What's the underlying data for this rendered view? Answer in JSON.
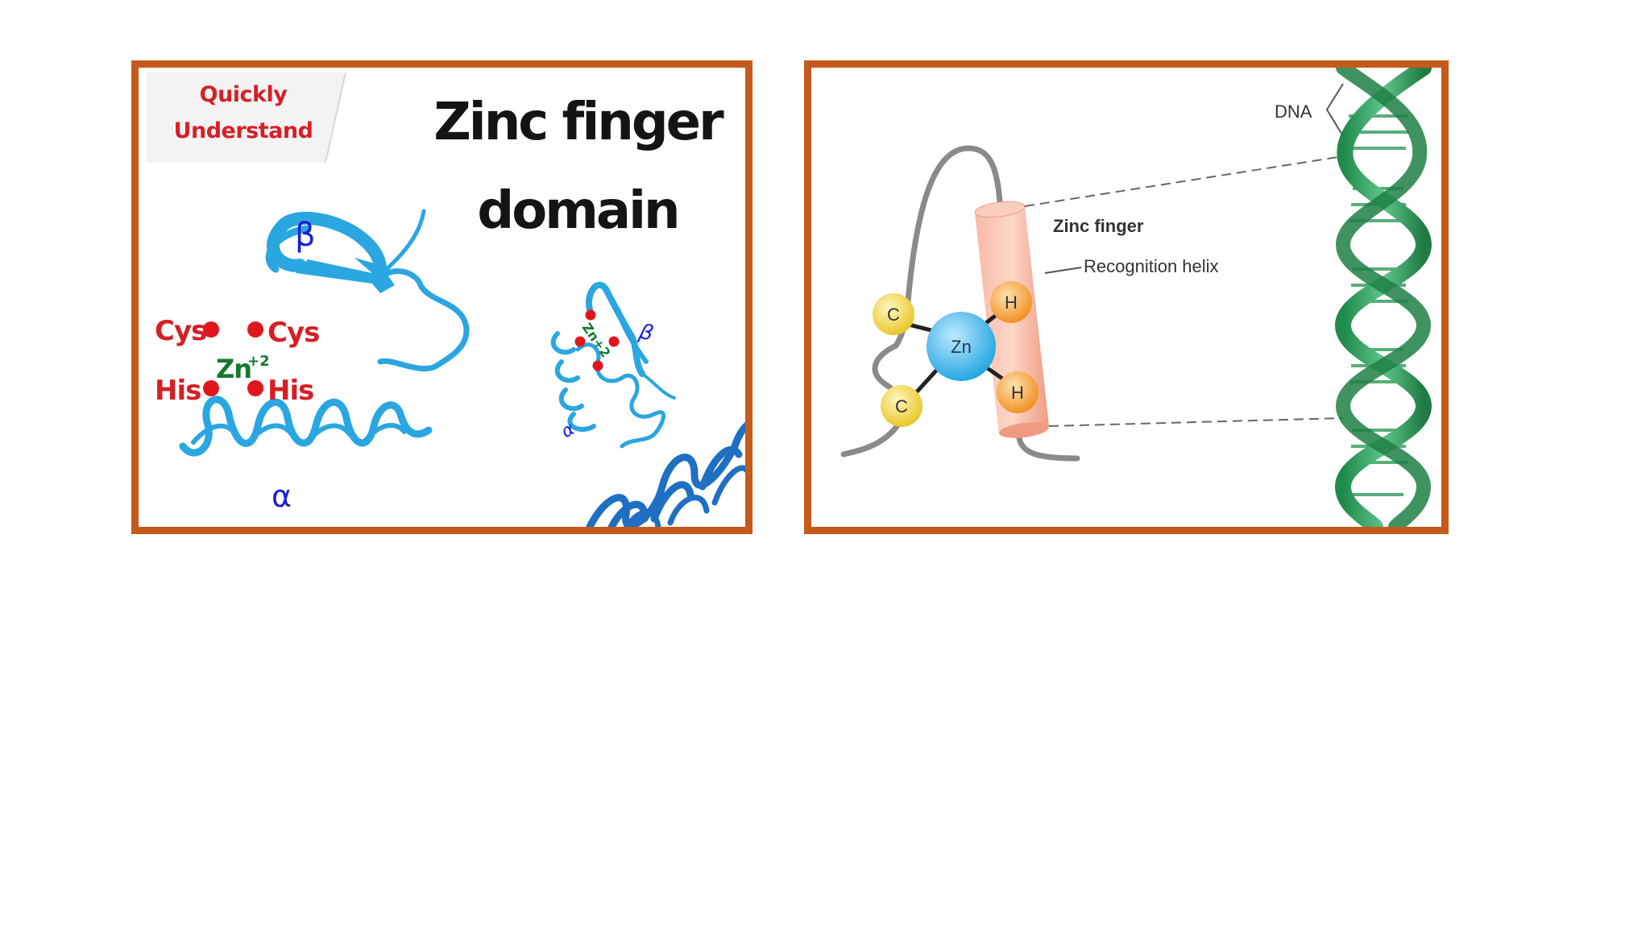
{
  "left_panel": {
    "badge": {
      "line1": "Quickly",
      "line2": "Understand"
    },
    "title": {
      "line1": "Zinc finger",
      "line2": "domain"
    },
    "labels": {
      "beta": "β",
      "alpha": "α",
      "cys_left": "Cys",
      "cys_right": "Cys",
      "his_left": "His",
      "his_right": "His",
      "zinc": "Zn",
      "zinc_charge": "+2",
      "small_beta": "β",
      "small_alpha": "α",
      "small_zinc": "Zn+2"
    }
  },
  "right_panel": {
    "labels": {
      "dna": "DNA",
      "zinc_finger": "Zinc finger",
      "recognition_helix": "Recognition helix",
      "zn": "Zn",
      "cys_top": "C",
      "cys_bottom": "C",
      "his_top": "H",
      "his_bottom": "H"
    }
  },
  "colors": {
    "frame": "#c55a1b",
    "protein": "#2aa6e0",
    "dna_blue": "#1f6fc2",
    "residue": "#e0161d",
    "label_red": "#d61f26",
    "label_blue": "#1b1fd6",
    "label_green": "#137a2b",
    "helix_pink": "#f6a993",
    "zn_blue": "#2ab0e8",
    "cys_yellow": "#f0cf2a",
    "his_orange": "#f29a24",
    "dna_green": "#2e9a5a"
  }
}
